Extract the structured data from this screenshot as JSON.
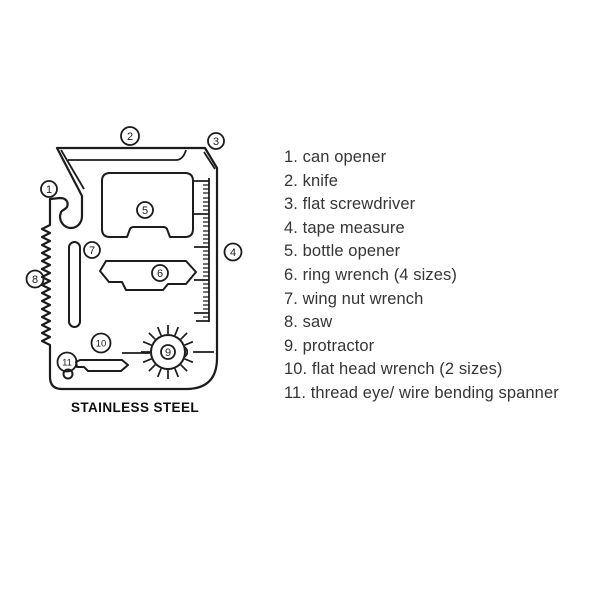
{
  "diagram": {
    "caption": "STAINLESS STEEL",
    "callouts": [
      "1",
      "2",
      "3",
      "4",
      "5",
      "6",
      "7",
      "8",
      "9",
      "10",
      "11"
    ]
  },
  "legend": {
    "items": [
      "1. can opener",
      "2. knife",
      "3. flat screwdriver",
      "4. tape measure",
      "5. bottle opener",
      "6. ring wrench (4 sizes)",
      "7. wing nut wrench",
      "8. saw",
      "9. protractor",
      "10. flat head wrench (2 sizes)",
      "11. thread eye/ wire bending spanner"
    ]
  },
  "colors": {
    "line": "#1c1c1c",
    "legend_text": "#353535",
    "background": "#ffffff"
  }
}
